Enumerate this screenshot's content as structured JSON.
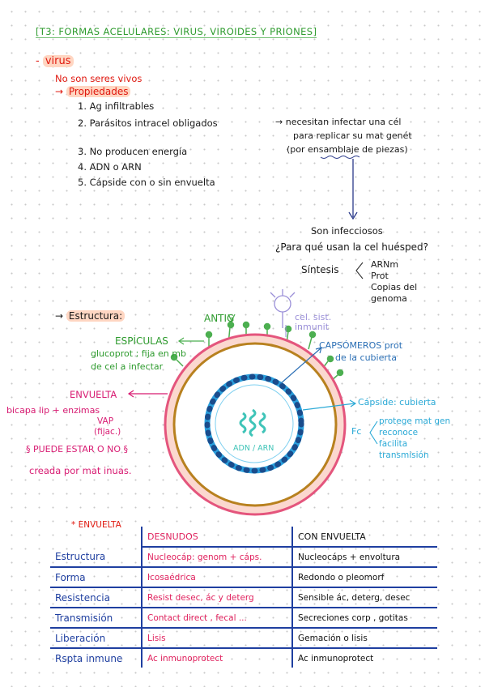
{
  "title": "[T3: FORMAS ACELULARES: VIRUS, VIROIDES Y PRIONES]",
  "virus": {
    "dash": "-",
    "label": "virus",
    "not_living": "No son seres vivos",
    "arrow": "→",
    "properties_label": "Propiedades"
  },
  "properties": [
    "1. Ag infiltrables",
    "2. Parásitos intracel obligados",
    "3. No producen energía",
    "4. ADN o ARN",
    "5. Cápside con o sin envuelta"
  ],
  "parasite_note": {
    "arrow": "→",
    "line1": "necesitan infectar una cél",
    "line2": "para replicar su mat genét",
    "line3": "(por ensamblaje de piezas)"
  },
  "infection": {
    "infectious": "Son infecciosos",
    "question": "¿Para qué usan la cel huésped?",
    "synthesis": "Síntesis",
    "items": [
      "ARNm",
      "Prot",
      "Copias del",
      "genoma"
    ]
  },
  "structure": {
    "arrow": "→",
    "label": "Estructura:"
  },
  "diagram": {
    "antig": "ANTIG",
    "immune_line1": "cel. sist.",
    "immune_line2": "inmunit",
    "spikes": "ESPÍCULAS",
    "spikes_desc1": "glucoprot ; fija en mb",
    "spikes_desc2": "de cel a infectar",
    "capsomeres1": "CAPSÓMEROS prot",
    "capsomeres2": "de la cubierta",
    "envelope": "ENVUELTA",
    "envelope_desc1": "bicapa lip + enzimas",
    "envelope_desc2": "VAP",
    "envelope_desc3": "(fijac.)",
    "envelope_desc4": "§ PUEDE ESTAR O NO §",
    "envelope_desc5": "creada por mat inuas.",
    "capsid": "Cápside: cubierta",
    "function_abbrev": "Fc",
    "functions": [
      "protege mat gen",
      "reconoce",
      "facilita",
      "transmisión"
    ],
    "genome": "ADN / ARN"
  },
  "table": {
    "caption": "* ENVUELTA",
    "headers": [
      "DESNUDOS",
      "CON ENVUELTA"
    ],
    "rows": [
      {
        "label": "Estructura",
        "naked": "Nucleocáp: genom + cáps.",
        "enveloped": "Nucleocáps + envoltura"
      },
      {
        "label": "Forma",
        "naked": "Icosaédrica",
        "enveloped": "Redondo o pleomorf"
      },
      {
        "label": "Resistencia",
        "naked": "Resist desec, ác y deterg",
        "enveloped": "Sensible ác, deterg, desec"
      },
      {
        "label": "Transmisión",
        "naked": "Contact direct , fecal ...",
        "enveloped": "Secreciones corp , gotitas"
      },
      {
        "label": "Liberación",
        "naked": "Lisis",
        "enveloped": "Gemación o lisis"
      },
      {
        "label": "Rspta inmune",
        "naked": "Ac inmunoprotect",
        "enveloped": "Ac inmunoprotect"
      }
    ]
  }
}
